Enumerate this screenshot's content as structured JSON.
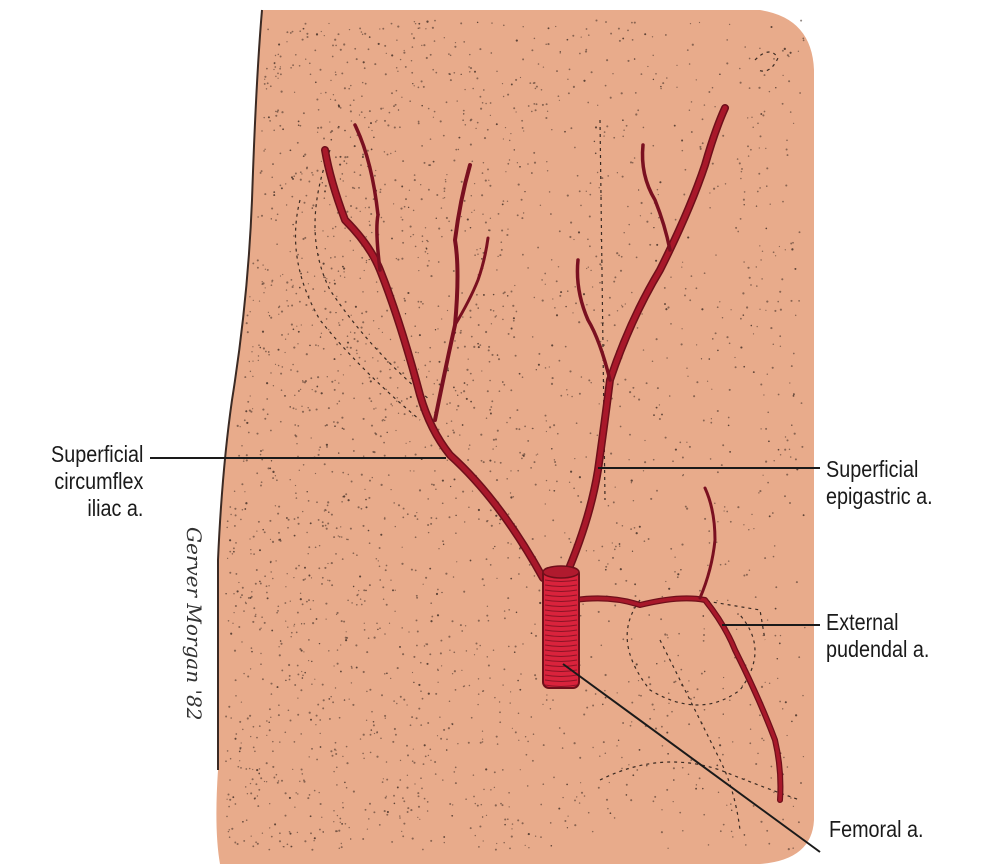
{
  "figure": {
    "labels": {
      "superficial_circumflex_iliac": [
        "Superficial",
        "circumflex",
        "iliac a."
      ],
      "superficial_epigastric": [
        "Superficial",
        "epigastric a."
      ],
      "external_pudendal": [
        "External",
        "pudendal a."
      ],
      "femoral": "Femoral a."
    },
    "signature": "Gerver Morgan '82",
    "colors": {
      "skin": "#e8ab8b",
      "skin_edge": "#c98a6a",
      "artery": "#a8182a",
      "artery_dark": "#6e0f1a",
      "femoral_fill": "#d9233c",
      "stipple": "#3a2a22",
      "leader": "#1a1a1a"
    }
  }
}
